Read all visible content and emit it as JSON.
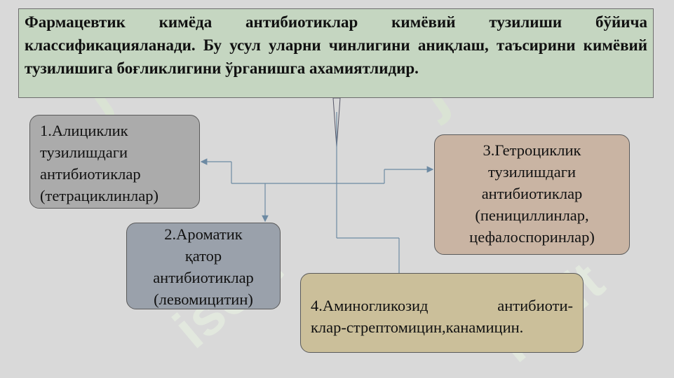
{
  "header": {
    "text": "Фармацевтик кимёда антибиотиклар кимёвий тузилиши бўйича классификацияланади. Бу усул уларни чинлигини аниқлаш, таъсирини кимёвий тузилишига боғликлигини ўрганишга ахамиятлидир."
  },
  "boxes": {
    "alicyclic": [
      "1.Алициклик",
      "тузилишдаги",
      "антибиотиклар",
      "(тетрациклинлар)"
    ],
    "aromatic": [
      "2.Ароматик",
      "қатор",
      "антибиотиклар",
      "(левомицитин)"
    ],
    "heterocyclic": [
      "3.Гетроциклик",
      "тузилишдаги",
      "антибиотиклар",
      "(пенициллинлар,",
      "цефалоспоринлар)"
    ],
    "aminoglycoside": [
      "4.Аминогликозид антибиоти-",
      "клар-стрептомицин,канамицин."
    ]
  },
  "watermark": {
    "text": "isoft"
  },
  "colors": {
    "background": "#d9d9d9",
    "header_fill": "#c5d6c1",
    "box1_fill": "#ababab",
    "box2_fill": "#9aa1ab",
    "box3_fill": "#c9b4a3",
    "box4_fill": "#cbbf9a",
    "connector": "#6d8aa3"
  }
}
